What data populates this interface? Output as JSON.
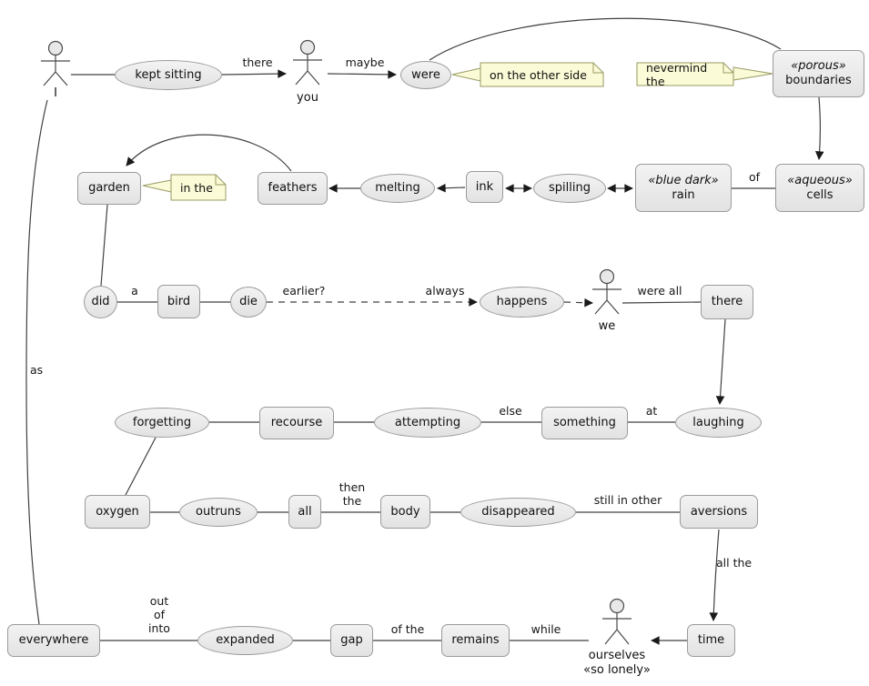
{
  "actors": {
    "i": {
      "label": "I"
    },
    "you": {
      "label": "you"
    },
    "we": {
      "label": "we"
    },
    "ourselves": {
      "label": "ourselves",
      "stereotype": "«so lonely»"
    }
  },
  "usecases": {
    "kept_sitting": "kept sitting",
    "were": "were",
    "melting": "melting",
    "spilling": "spilling",
    "did": "did",
    "die": "die",
    "happens": "happens",
    "forgetting": "forgetting",
    "attempting": "attempting",
    "laughing": "laughing",
    "outruns": "outruns",
    "disappeared": "disappeared",
    "expanded": "expanded"
  },
  "rects": {
    "porous": {
      "stereotype": "«porous»",
      "label": "boundaries"
    },
    "garden": {
      "label": "garden"
    },
    "feathers": {
      "label": "feathers"
    },
    "ink": {
      "label": "ink"
    },
    "rain": {
      "stereotype": "«blue dark»",
      "label": "rain"
    },
    "cells": {
      "stereotype": "«aqueous»",
      "label": "cells"
    },
    "bird": {
      "label": "bird"
    },
    "there": {
      "label": "there"
    },
    "recourse": {
      "label": "recourse"
    },
    "something": {
      "label": "something"
    },
    "oxygen": {
      "label": "oxygen"
    },
    "all": {
      "label": "all"
    },
    "body": {
      "label": "body"
    },
    "aversions": {
      "label": "aversions"
    },
    "everywhere": {
      "label": "everywhere"
    },
    "gap": {
      "label": "gap"
    },
    "remains": {
      "label": "remains"
    },
    "time": {
      "label": "time"
    }
  },
  "notes": {
    "on_the_other_side": "on the other side",
    "nevermind_the": "nevermind the",
    "in_the": "in the"
  },
  "edge_labels": {
    "there": "there",
    "maybe": "maybe",
    "of": "of",
    "a": "a",
    "earlier": "earlier?",
    "always": "always",
    "were_all": "were all",
    "else": "else",
    "at": "at",
    "then_the": "then\nthe",
    "still_in_other": "still in other",
    "all_the": "all the",
    "as": "as",
    "out_of_into": "out\nof\ninto",
    "of_the": "of the",
    "while": "while"
  },
  "colors": {
    "shape_fill": "#ededed",
    "shape_border": "#9b9b9b",
    "note_fill": "#FBFBD7",
    "note_border": "#999966",
    "edge": "#404040"
  }
}
